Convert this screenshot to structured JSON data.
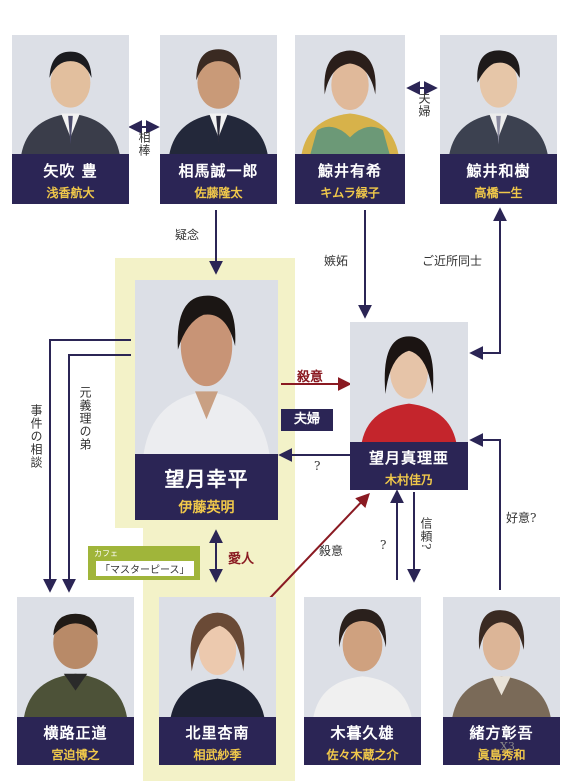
{
  "characters": {
    "yabuki": {
      "name": "矢吹 豊",
      "actor": "浅香航大"
    },
    "soma": {
      "name": "相馬誠一郎",
      "actor": "佐藤隆太"
    },
    "yuki": {
      "name": "鯨井有希",
      "actor": "キムラ緑子"
    },
    "kazuki": {
      "name": "鯨井和樹",
      "actor": "高橋一生"
    },
    "kohei": {
      "name": "望月幸平",
      "actor": "伊藤英明"
    },
    "maria": {
      "name": "望月真理亜",
      "actor": "木村佳乃"
    },
    "yokoji": {
      "name": "横路正道",
      "actor": "宮迫博之"
    },
    "kitazato": {
      "name": "北里杏南",
      "actor": "相武紗季"
    },
    "kogure": {
      "name": "木暮久雄",
      "actor": "佐々木蔵之介"
    },
    "ogata": {
      "name": "緒方彰吾",
      "actor": "眞島秀和"
    }
  },
  "relations": {
    "aibou": "相棒",
    "fufu_top": "夫婦",
    "ginen": "疑念",
    "shitto": "嫉妬",
    "gokinjo": "ご近所同士",
    "satsui_top": "殺意",
    "fufu_center": "夫婦",
    "q_maria_kohei": "?",
    "jiken": "事件の相談",
    "motogiri": "元義理の弟",
    "aijin": "愛人",
    "satsui_bottom": "殺意",
    "q_kogure": "?",
    "shinrai": "信頼?",
    "koi": "好意?"
  },
  "cafe": {
    "label": "カフェ",
    "name": "「マスターピース」"
  },
  "watermark": "X3",
  "colors": {
    "plate": "#2b2555",
    "actor": "#f0c84a",
    "arrow_dark": "#2b2555",
    "arrow_red": "#8a1a22",
    "highlight": "#f3f2c8"
  }
}
